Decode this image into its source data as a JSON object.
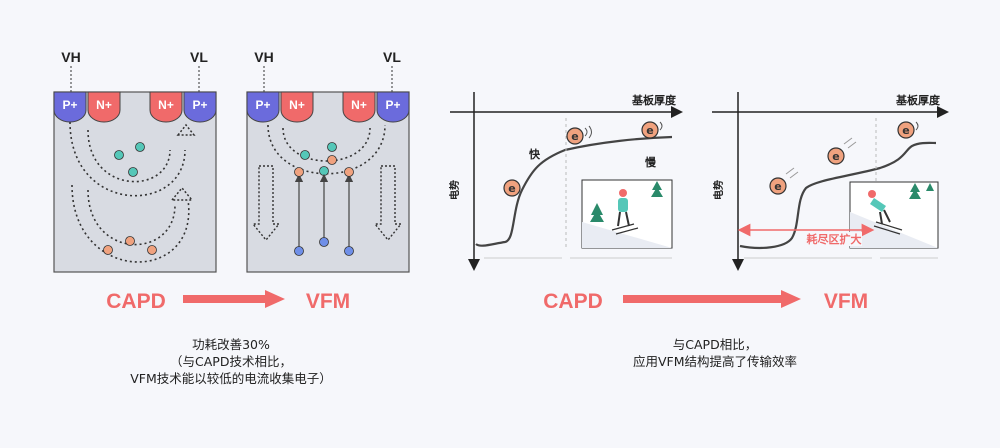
{
  "left_panel": {
    "voltage_labels": [
      "VH",
      "VL",
      "VH",
      "VL"
    ],
    "p_plus": "P+",
    "n_plus": "N+",
    "from_label": "CAPD",
    "to_label": "VFM",
    "caption": [
      "功耗改善30%",
      "（与CAPD技术相比，",
      "VFM技术能以较低的电流收集电子）"
    ]
  },
  "right_panel": {
    "x_axis_label": "基板厚度",
    "y_axis_label": "电势",
    "electron_label": "e",
    "fast_label": "快",
    "slow_label": "慢",
    "depletion_label": "耗尽区扩大",
    "from_label": "CAPD",
    "to_label": "VFM",
    "caption": [
      "与CAPD相比，",
      "应用VFM结构提高了传输效率"
    ]
  },
  "colors": {
    "p_plus": "#6b6bdc",
    "n_plus": "#f06a6a",
    "accent": "#f06a6a",
    "electron": "#f0a27f",
    "teal": "#55c7b8",
    "blue": "#6f8fe8",
    "substrate": "#d8dbe2"
  }
}
